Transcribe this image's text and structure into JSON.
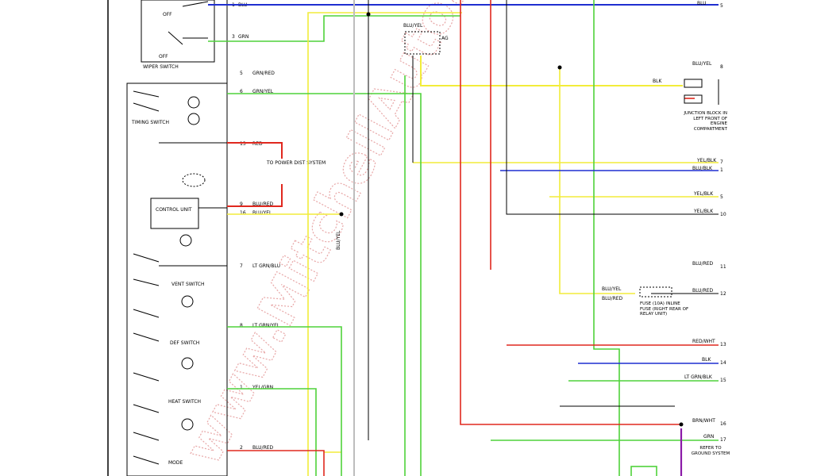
{
  "watermark": "www.MitchellAuto.com",
  "left_labels": {
    "off_top": "OFF",
    "off_bottom": "OFF",
    "switch_name": "WIPER SWITCH",
    "mode_switch": "TIMING SWITCH",
    "control_unit": "CONTROL UNIT",
    "vent_switch": "VENT SWITCH",
    "defrost_switch": "DEF SWITCH",
    "heat_switch": "HEAT SWITCH",
    "mode": "MODE"
  },
  "connector_rows": [
    {
      "pin": "1",
      "wire": "BLU"
    },
    {
      "pin": "3",
      "wire": "GRN"
    },
    {
      "pin": "5",
      "wire": "GRN/RED"
    },
    {
      "pin": "6",
      "wire": "GRN/YEL"
    },
    {
      "pin": "13",
      "wire": "RED"
    },
    {
      "pin": "9",
      "wire": "BLU/RED"
    },
    {
      "pin": "16",
      "wire": "BLU/YEL"
    },
    {
      "pin": "7",
      "wire": "LT GRN/BLU"
    },
    {
      "pin": "8",
      "wire": "LT GRN/YEL"
    },
    {
      "pin": "1",
      "wire": "YEL/GRN"
    },
    {
      "pin": "2",
      "wire": "BLU/RED"
    }
  ],
  "center_labels": {
    "power_system": "TO POWER DIST SYSTEM",
    "vertical_wire": "BLU/YEL",
    "connector_top": "BLU/YEL",
    "connector_ag": "AG"
  },
  "right_labels": [
    {
      "wire": "BLU",
      "pin": "5"
    },
    {
      "wire": "BLU/YEL",
      "pin": "8"
    },
    {
      "wire": "BLK",
      "pin": ""
    },
    {
      "wire": "YEL/BLK",
      "pin": "7"
    },
    {
      "wire": "BLU/BLK",
      "pin": "1"
    },
    {
      "wire": "YEL/BLK",
      "pin": "5"
    },
    {
      "wire": "YEL/BLK",
      "pin": "10"
    },
    {
      "wire": "BLU/RED",
      "pin": "11"
    },
    {
      "wire": "BLU/RED",
      "pin": "12"
    },
    {
      "wire": "RED/WHT",
      "pin": "13"
    },
    {
      "wire": "BLK",
      "pin": "14"
    },
    {
      "wire": "LT GRN/BLK",
      "pin": "15"
    },
    {
      "wire": "BRN/WHT",
      "pin": "16"
    },
    {
      "wire": "GRN",
      "pin": "17"
    }
  ],
  "right_notes": {
    "junction_block": "JUNCTION BLOCK IN LEFT FRONT OF ENGINE COMPARTMENT",
    "inline_fuse": "FUSE (10A) INLINE FUSE (RIGHT REAR OF RELAY UNIT)",
    "blower_label": "BLU/YEL",
    "blower_ground": "BLU/RED",
    "bottom_note": "REFER TO GROUND SYSTEM"
  },
  "colors": {
    "blue": "#1f2fd0",
    "yellow": "#f2ec3a",
    "green": "#4fd23a",
    "red": "#e0281e",
    "purple": "#8a1aa8",
    "black": "#000000",
    "watermark": "#e8a8a8"
  }
}
